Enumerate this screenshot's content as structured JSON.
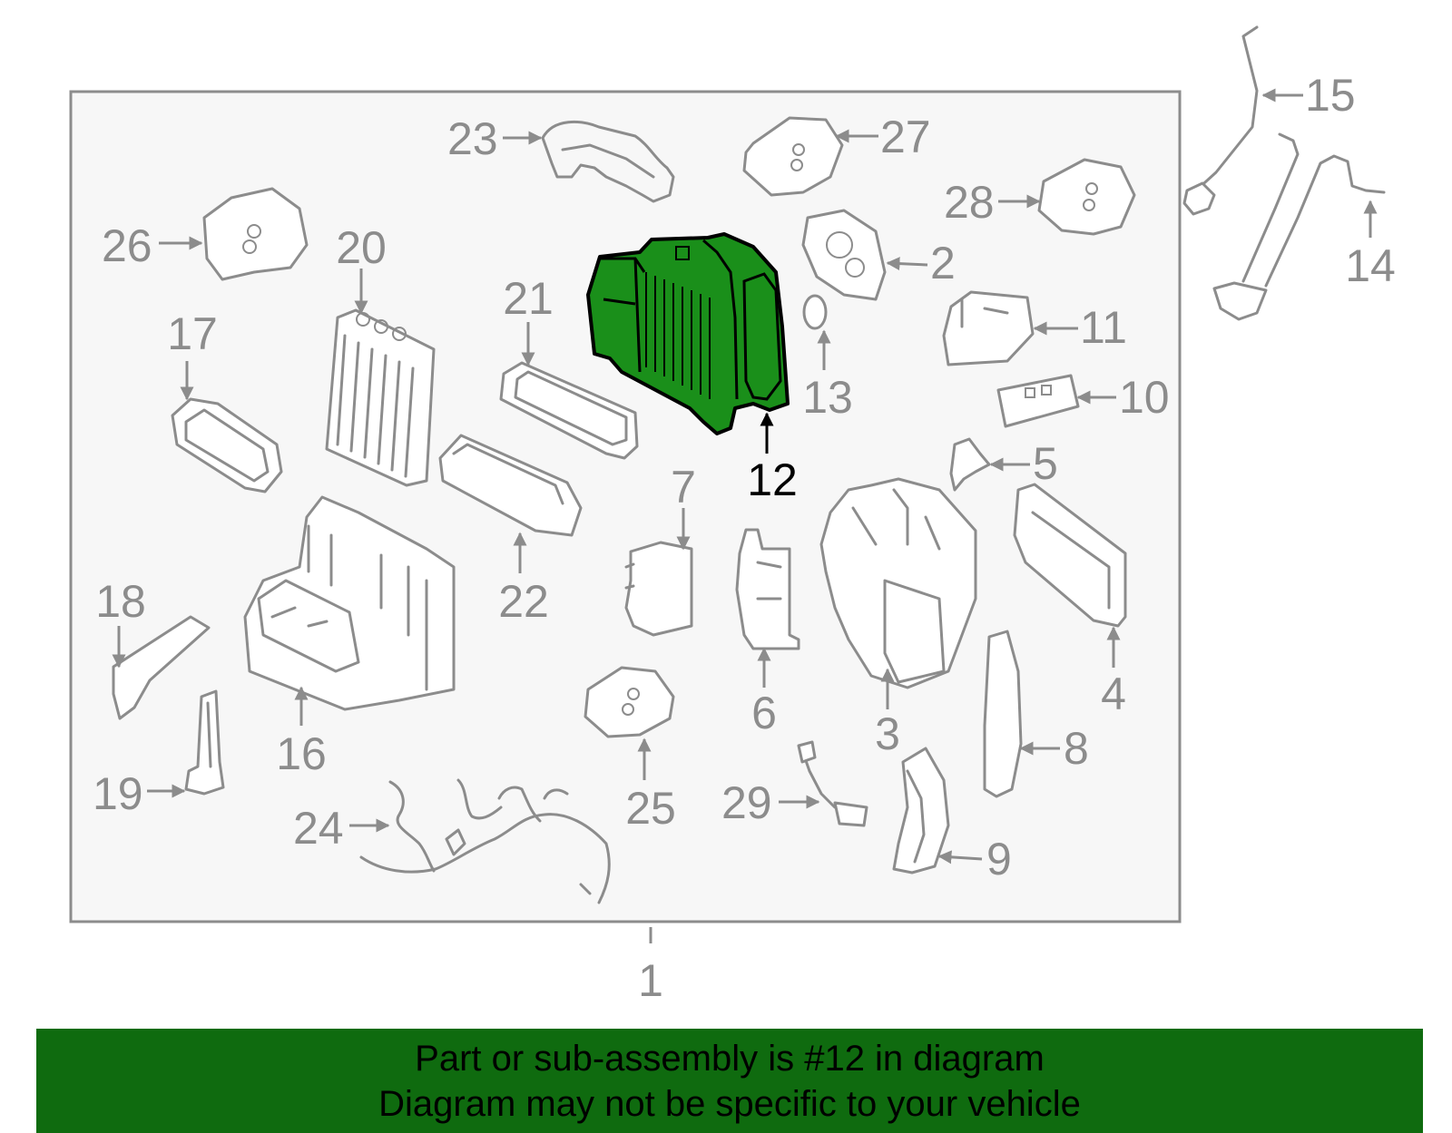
{
  "diagram": {
    "callouts": [
      {
        "number": "1"
      },
      {
        "number": "2"
      },
      {
        "number": "3"
      },
      {
        "number": "4"
      },
      {
        "number": "5"
      },
      {
        "number": "6"
      },
      {
        "number": "7"
      },
      {
        "number": "8"
      },
      {
        "number": "9"
      },
      {
        "number": "10"
      },
      {
        "number": "11"
      },
      {
        "number": "12"
      },
      {
        "number": "13"
      },
      {
        "number": "14"
      },
      {
        "number": "15"
      },
      {
        "number": "16"
      },
      {
        "number": "17"
      },
      {
        "number": "18"
      },
      {
        "number": "19"
      },
      {
        "number": "20"
      },
      {
        "number": "21"
      },
      {
        "number": "22"
      },
      {
        "number": "23"
      },
      {
        "number": "24"
      },
      {
        "number": "25"
      },
      {
        "number": "26"
      },
      {
        "number": "27"
      },
      {
        "number": "28"
      },
      {
        "number": "29"
      }
    ],
    "highlighted_part": "12",
    "colors": {
      "outline_gray": "#8c8c8c",
      "panel_background": "#f7f7f7",
      "highlight_fill": "#1a8f1a",
      "banner_green": "#0f6b0f",
      "banner_text": "#000000"
    }
  },
  "banner": {
    "line1": "Part or sub-assembly is #12 in diagram",
    "line2": "Diagram may not be specific to your vehicle"
  }
}
